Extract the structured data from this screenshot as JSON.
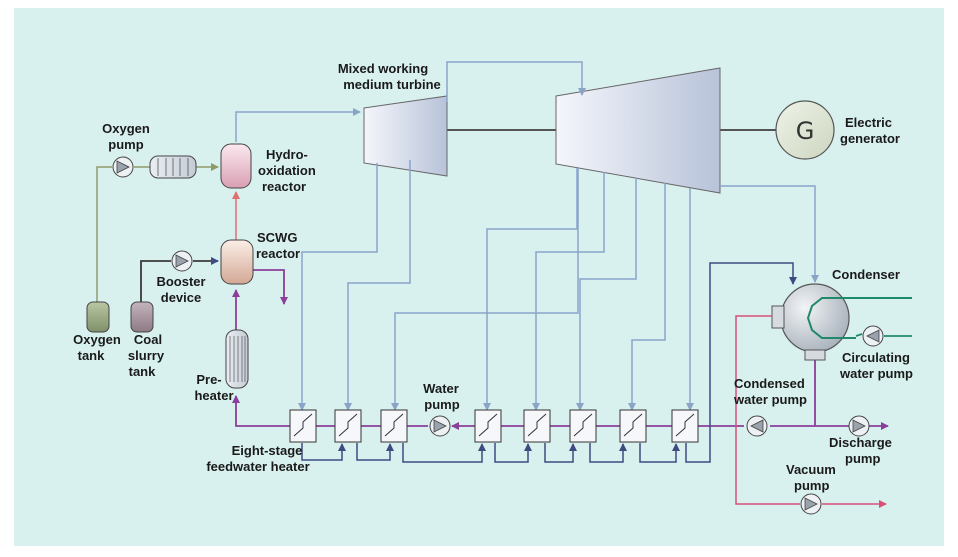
{
  "labels": {
    "mixed_turbine_1": "Mixed working",
    "mixed_turbine_2": "medium turbine",
    "oxygen_pump_1": "Oxygen",
    "oxygen_pump_2": "pump",
    "hydro_1": "Hydro-",
    "hydro_2": "oxidation",
    "hydro_3": "reactor",
    "scwg_1": "SCWG",
    "scwg_2": "reactor",
    "booster_1": "Booster",
    "booster_2": "device",
    "oxygen_tank_1": "Oxygen",
    "oxygen_tank_2": "tank",
    "coal_1": "Coal",
    "coal_2": "slurry",
    "coal_3": "tank",
    "preheater_1": "Pre-",
    "preheater_2": "heater",
    "fw_heater_1": "Eight-stage",
    "fw_heater_2": "feedwater heater",
    "water_pump_1": "Water",
    "water_pump_2": "pump",
    "generator_1": "Electric",
    "generator_2": "generator",
    "generator_letter": "G",
    "condenser": "Condenser",
    "circ_1": "Circulating",
    "circ_2": "water pump",
    "cond_1": "Condensed",
    "cond_2": "water pump",
    "discharge_1": "Discharge",
    "discharge_2": "pump",
    "vacuum_1": "Vacuum",
    "vacuum_2": "pump"
  },
  "colors": {
    "background": "#d8f1ee",
    "steam_line": "#8aa4c8",
    "feed_line": "#8a3f9a",
    "drain_line": "#3f4a80",
    "oxygen_line": "#8f9a6a",
    "red_line": "#e07070",
    "pink_line": "#d8507a",
    "cooling_line": "#1f8a6a"
  }
}
